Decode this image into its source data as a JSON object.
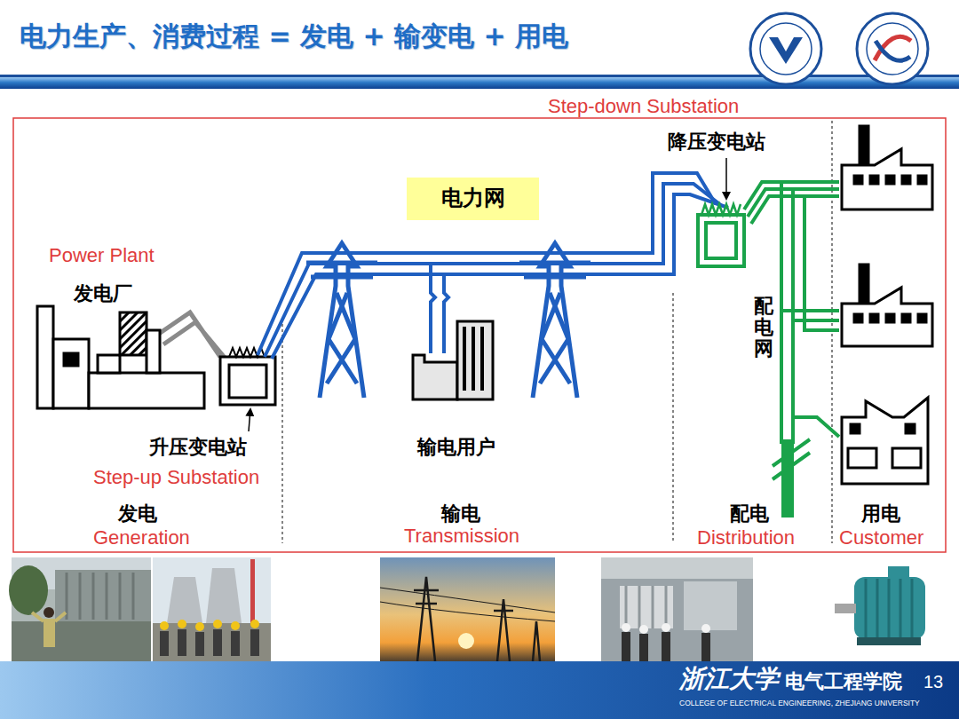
{
  "diagram": {
    "title": "电力生产、消费过程 = 发电 + 输变电 + 用电",
    "nodes": [
      {
        "text": [
          "电力网"
        ]
      },
      {
        "text": [
          "浙江大学",
          "电气工程学院",
          "COLLEGE OF ELECTRICAL ENGINEERING, ZHEJIANG UNIVERSITY",
          "13"
        ]
      }
    ],
    "labels": [
      "Step-down Substation",
      "降压变电站",
      "Power Plant",
      "发电厂",
      "配电网",
      "升压变电站",
      "Step-up Substation",
      "输电用户",
      "发电",
      "Generation",
      "输电",
      "Transmission",
      "配电",
      "Distribution",
      "用电",
      "Customer"
    ]
  }
}
